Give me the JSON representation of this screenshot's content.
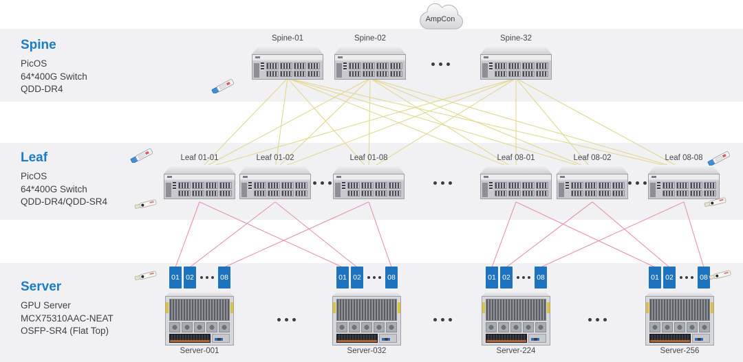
{
  "cloud": {
    "label": "AmpCon"
  },
  "sections": {
    "spine": {
      "title": "Spine",
      "lines": [
        "PicOS",
        "64*400G Switch",
        "QDD-DR4"
      ]
    },
    "leaf": {
      "title": "Leaf",
      "lines": [
        "PicOS",
        "64*400G Switch",
        "QDD-DR4/QDD-SR4"
      ]
    },
    "server": {
      "title": "Server",
      "lines": [
        "GPU Server",
        "MCX75310AAC-NEAT",
        "OSFP-SR4 (Flat Top)"
      ]
    }
  },
  "spines": [
    {
      "label": "Spine-01"
    },
    {
      "label": "Spine-02"
    },
    {
      "label": "Spine-32"
    }
  ],
  "leaves": [
    {
      "label": "Leaf 01-01"
    },
    {
      "label": "Leaf 01-02"
    },
    {
      "label": "Leaf 01-08"
    },
    {
      "label": "Leaf 08-01"
    },
    {
      "label": "Leaf 08-02"
    },
    {
      "label": "Leaf 08-08"
    }
  ],
  "server_groups": [
    {
      "label": "Server-001",
      "ports": [
        "01",
        "02",
        "08"
      ]
    },
    {
      "label": "Server-032",
      "ports": [
        "01",
        "02",
        "08"
      ]
    },
    {
      "label": "Server-224",
      "ports": [
        "01",
        "02",
        "08"
      ]
    },
    {
      "label": "Server-256",
      "ports": [
        "01",
        "02",
        "08"
      ]
    }
  ],
  "colors": {
    "accent_blue": "#1a7bc9",
    "spine_leaf_link": "#e3d78e",
    "leaf_server_link": "#e793a7",
    "port_box_blue": "#1e73be",
    "band_gray": "#f1f1f3"
  },
  "topology": {
    "spine_leaf": "full-mesh: every spine connects to every leaf",
    "leaf_server": [
      {
        "leaf": "Leaf 01-01",
        "targets": [
          "Server-001:01",
          "Server-032:01"
        ]
      },
      {
        "leaf": "Leaf 01-02",
        "targets": [
          "Server-001:02",
          "Server-032:02"
        ]
      },
      {
        "leaf": "Leaf 01-08",
        "targets": [
          "Server-001:08",
          "Server-032:08"
        ]
      },
      {
        "leaf": "Leaf 08-01",
        "targets": [
          "Server-224:01",
          "Server-256:01"
        ]
      },
      {
        "leaf": "Leaf 08-02",
        "targets": [
          "Server-224:02",
          "Server-256:02"
        ]
      },
      {
        "leaf": "Leaf 08-08",
        "targets": [
          "Server-224:08",
          "Server-256:08"
        ]
      }
    ]
  }
}
